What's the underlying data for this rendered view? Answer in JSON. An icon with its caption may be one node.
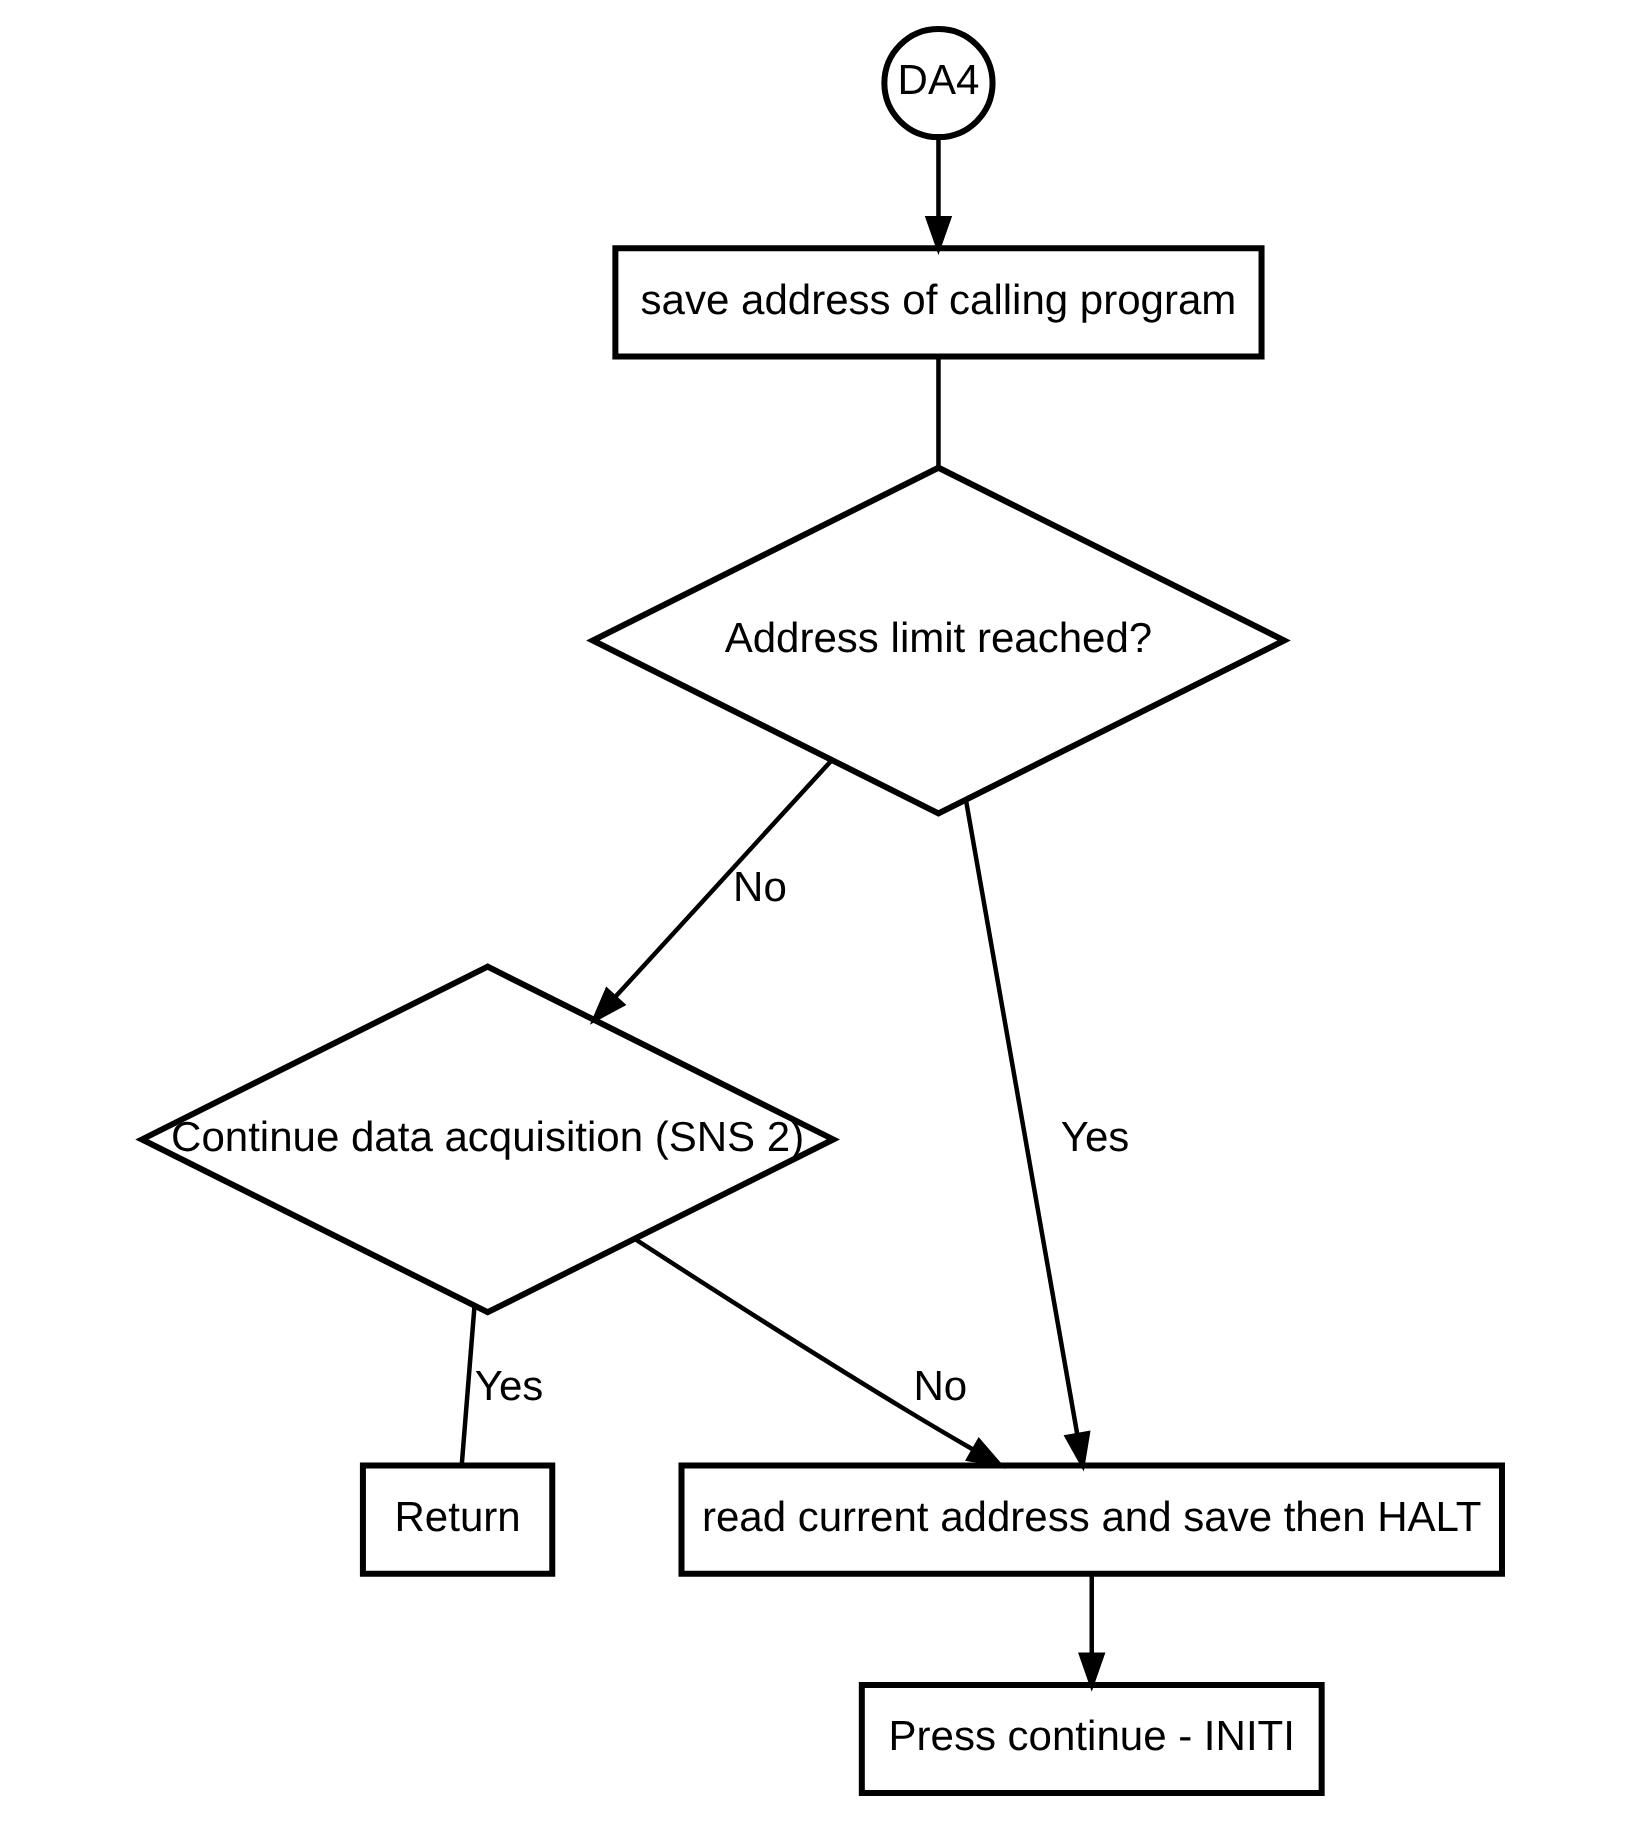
{
  "diagram": {
    "nodes": [
      {
        "text": [
          "DA4"
        ]
      },
      {
        "text": [
          "save address of calling program"
        ]
      },
      {
        "text": [
          "Address limit reached?"
        ]
      },
      {
        "text": [
          "Continue data acquisition (SNS 2)"
        ]
      },
      {
        "text": [
          "Return"
        ]
      },
      {
        "text": [
          "read current address and save then HALT"
        ]
      },
      {
        "text": [
          "Press continue - INITI"
        ]
      }
    ],
    "edges": [
      {
        "from": 0,
        "to": 1,
        "arrow": "to"
      },
      {
        "from": 1,
        "to": 2,
        "arrow": "none"
      },
      {
        "from": 2,
        "to": 3,
        "arrow": "to",
        "label": "No"
      },
      {
        "from": 2,
        "to": 5,
        "arrow": "to",
        "label": "Yes"
      },
      {
        "from": 3,
        "to": 5,
        "arrow": "to",
        "label": "No"
      },
      {
        "from": 3,
        "to": 4,
        "arrow": "none",
        "label": "Yes"
      },
      {
        "from": 5,
        "to": 6,
        "arrow": "to"
      }
    ]
  }
}
